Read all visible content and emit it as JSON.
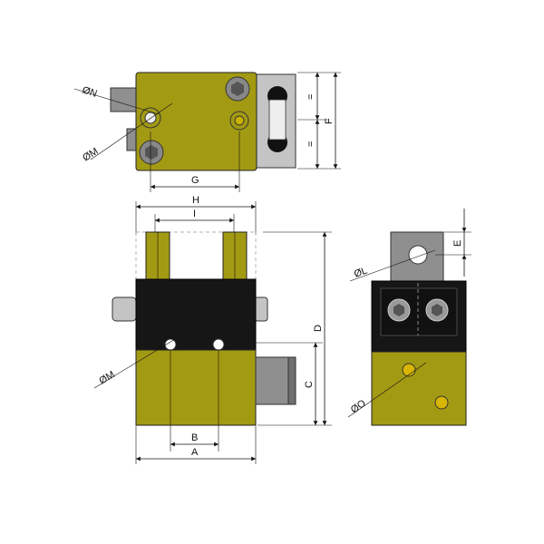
{
  "labels": {
    "A": "A",
    "B": "B",
    "C": "C",
    "D": "D",
    "E": "E",
    "F": "F",
    "G": "G",
    "H": "H",
    "I": "I",
    "N": "ØN",
    "M_top": "ØM",
    "M_front": "ØM",
    "L": "ØL",
    "O": "ØO",
    "eq1": "=",
    "eq2": "="
  },
  "colors": {
    "body": "#a39a14",
    "head": "#161616",
    "steel": "#8f8f8f",
    "brass": "#d8b600"
  }
}
